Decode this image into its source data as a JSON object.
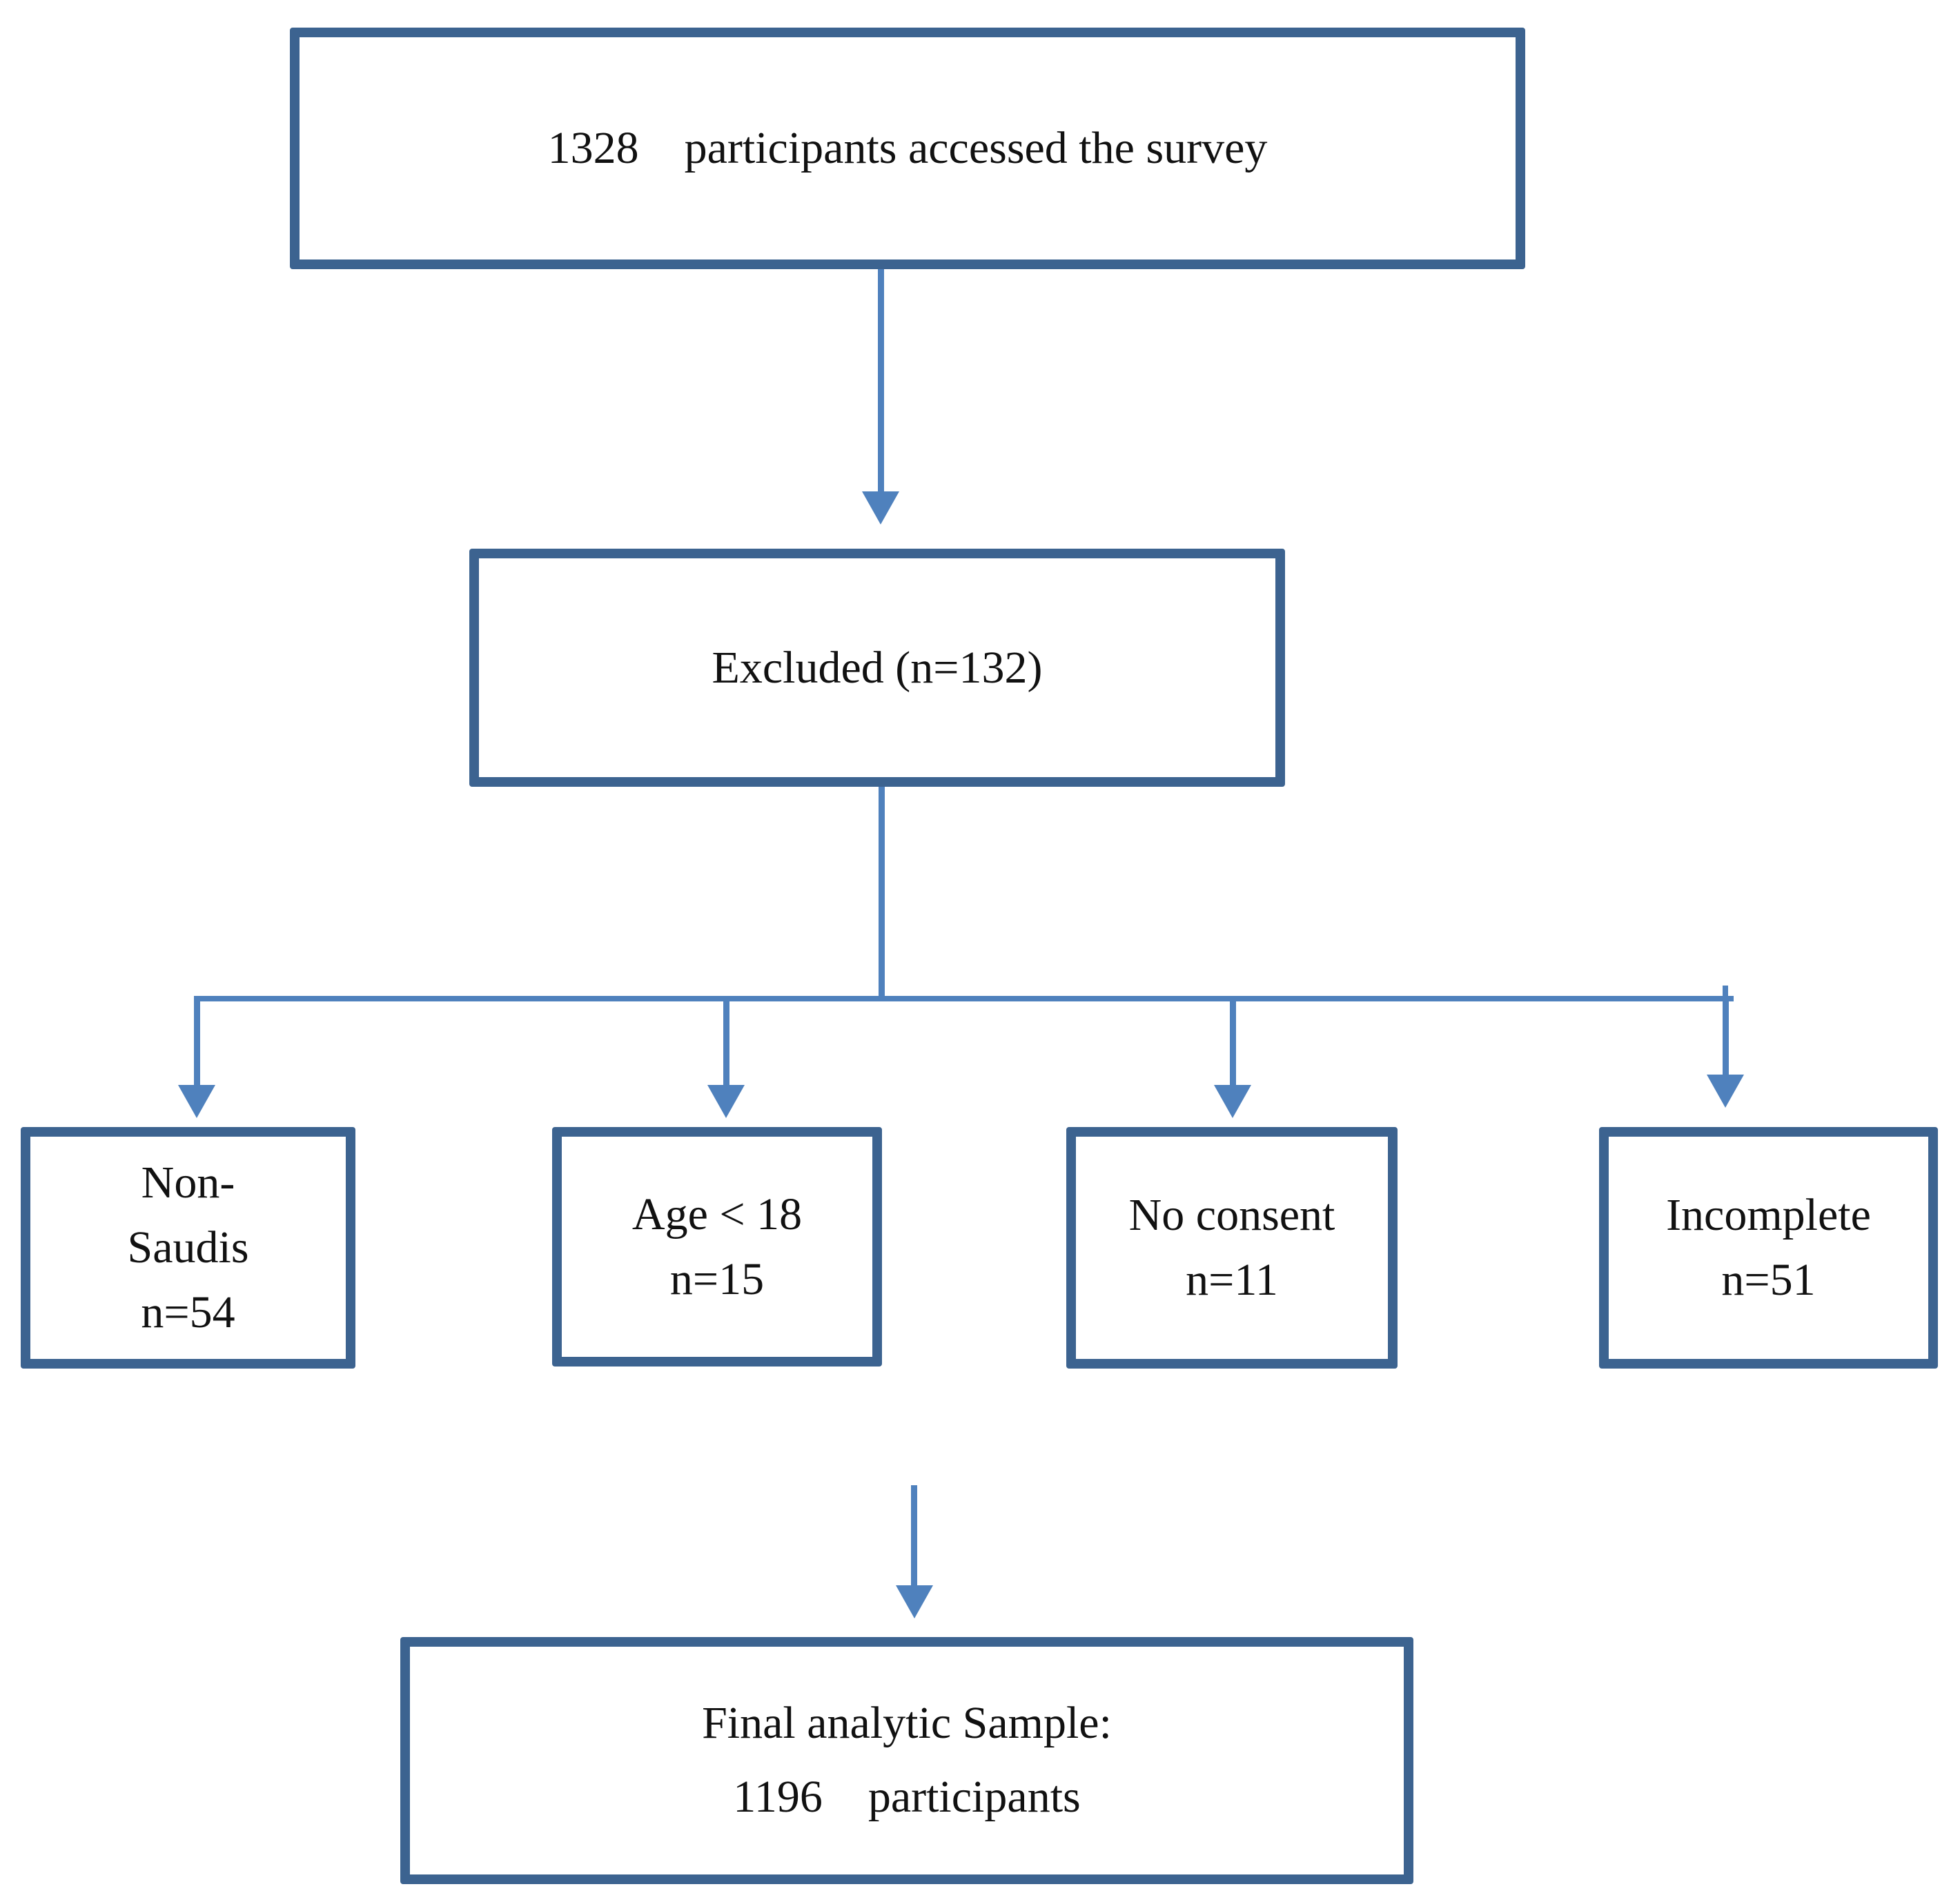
{
  "figure": {
    "type": "flowchart",
    "description": "Participant flow diagram of survey inclusion and exclusion",
    "colors": {
      "box_border": "#3c6390",
      "connector": "#4f81bd",
      "text": "#111111",
      "background": "#ffffff"
    },
    "nodes": {
      "accessed": {
        "text": "1328 participants accessed the survey"
      },
      "excluded": {
        "text": "Excluded (n=132)"
      },
      "non_saudis": {
        "lines": [
          "Non-",
          "Saudis",
          "n=54"
        ]
      },
      "age_under_18": {
        "lines": [
          "Age < 18",
          "n=15"
        ]
      },
      "no_consent": {
        "lines": [
          "No consent",
          "n=11"
        ]
      },
      "incomplete": {
        "lines": [
          "Incomplete",
          "n=51"
        ]
      },
      "final_sample": {
        "lines": [
          "Final analytic Sample:",
          "1196 participants"
        ]
      }
    }
  }
}
